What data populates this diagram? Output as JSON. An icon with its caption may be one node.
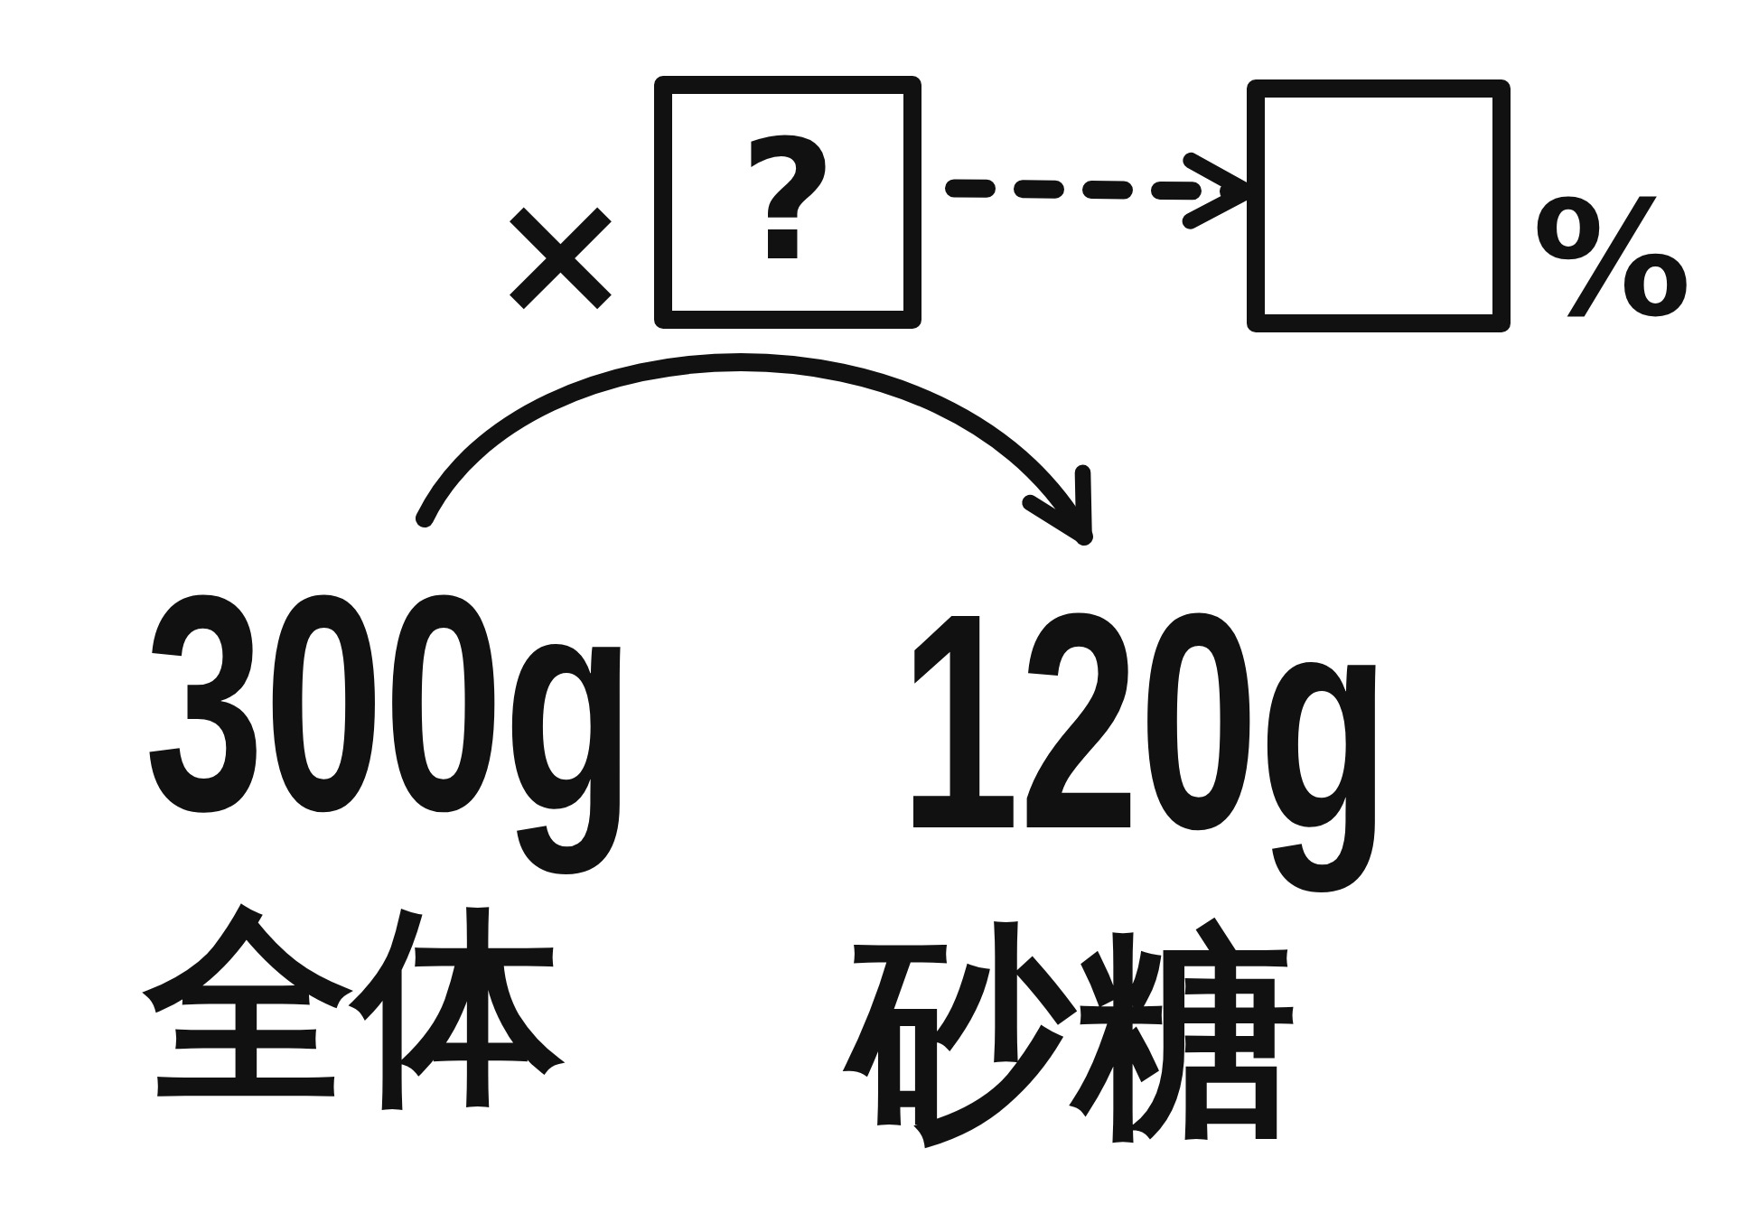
{
  "diagram": {
    "nodes": [
      {
        "text": [
          "?"
        ],
        "beside": [
          "×"
        ]
      },
      {
        "text": [],
        "shape": "box",
        "beside": [
          "%"
        ]
      },
      {
        "text": [
          "300g",
          "全体"
        ]
      },
      {
        "text": [
          "120g",
          "砂糖"
        ]
      }
    ],
    "edges": [
      {
        "from": 0,
        "to": 1,
        "arrow": "to",
        "style": "dashed"
      },
      {
        "from": 2,
        "to": 3,
        "arrow": "to"
      }
    ]
  }
}
